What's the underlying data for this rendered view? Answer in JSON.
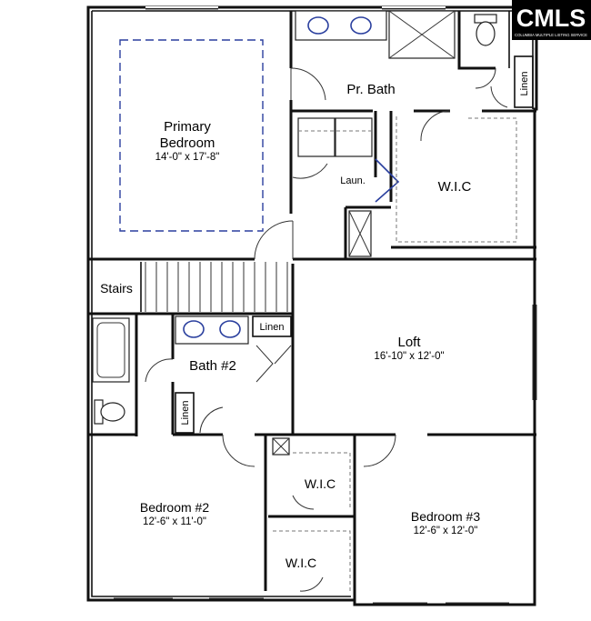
{
  "logo": {
    "text": "CMLS",
    "tagline": "COLUMBIA MULTIPLE LISTING SERVICE"
  },
  "rooms": {
    "primary_bedroom": {
      "name_line1": "Primary",
      "name_line2": "Bedroom",
      "dims": "14'-0\" x 17'-8\""
    },
    "pr_bath": {
      "name": "Pr. Bath"
    },
    "laundry": {
      "name": "Laun."
    },
    "wic_primary": {
      "name": "W.I.C"
    },
    "linen_primary": {
      "name": "Linen"
    },
    "stairs": {
      "name": "Stairs"
    },
    "bath2": {
      "name": "Bath #2"
    },
    "linen_bath2_top": {
      "name": "Linen"
    },
    "linen_bath2_side": {
      "name": "Linen"
    },
    "loft": {
      "name": "Loft",
      "dims": "16'-10\" x 12'-0\""
    },
    "bedroom2": {
      "name": "Bedroom #2",
      "dims": "12'-6\" x 11'-0\""
    },
    "bedroom3": {
      "name": "Bedroom #3",
      "dims": "12'-6\" x 12'-0\""
    },
    "wic_upper": {
      "name": "W.I.C"
    },
    "wic_lower": {
      "name": "W.I.C"
    }
  }
}
